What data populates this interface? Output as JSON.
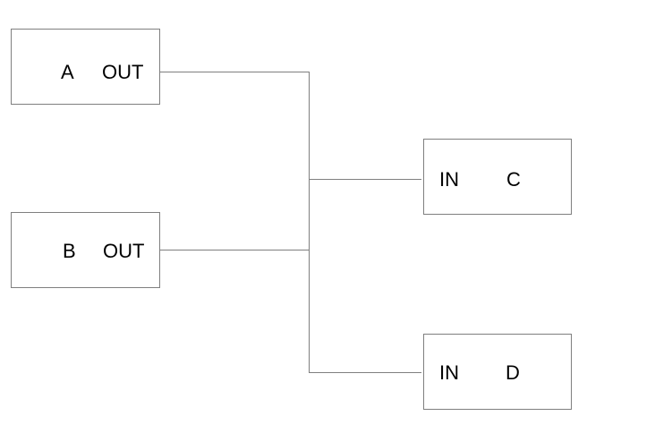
{
  "diagram": {
    "background_color": "#ffffff",
    "wire_color": "#7f7f7f",
    "block_border_color": "#7f7f7f",
    "text_color": "#000000",
    "blocks": [
      {
        "name": "A",
        "port_label": "OUT",
        "port_side": "right"
      },
      {
        "name": "B",
        "port_label": "OUT",
        "port_side": "right"
      },
      {
        "name": "C",
        "port_label": "IN",
        "port_side": "left"
      },
      {
        "name": "D",
        "port_label": "IN",
        "port_side": "left"
      }
    ],
    "net": {
      "outputs": [
        "A.OUT",
        "B.OUT"
      ],
      "inputs": [
        "C.IN",
        "D.IN"
      ]
    }
  }
}
